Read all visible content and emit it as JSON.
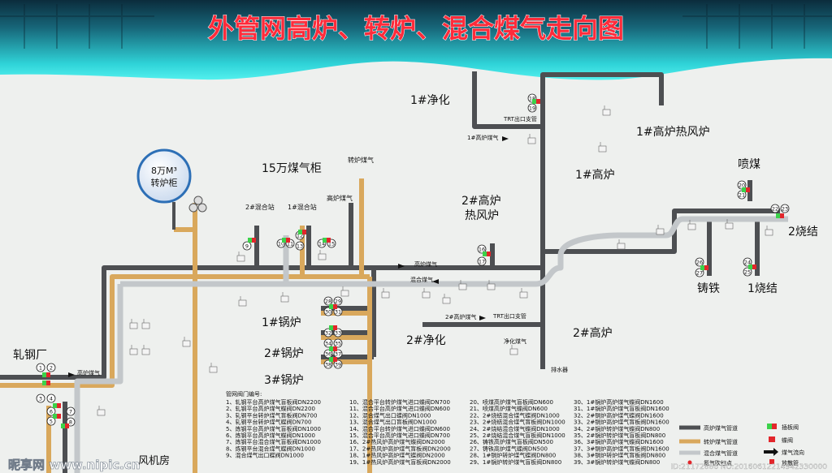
{
  "title": "外管网高炉、转炉、混合煤气走向图",
  "colors": {
    "header_top": "#0c3446",
    "header_bottom": "#33e3e6",
    "title": "#ff2b3a",
    "bf_pipe": "#4d4f52",
    "converter_pipe": "#d9a85c",
    "mixed_pipe": "#c9ccce",
    "valve_green": "#3bd24a",
    "valve_red": "#e2262b"
  },
  "gasholder": {
    "line1": "8万M³",
    "line2": "转炉柜"
  },
  "facilities": {
    "rolling_mill": "轧钢厂",
    "fan_room": "风机房",
    "holder_150k": "15万煤气柜",
    "converter_gas": "转炉煤气",
    "bf_gas_top": "高炉煤气",
    "mix_station_2": "2#混合站",
    "mix_station_1": "1#混合站",
    "purify_1": "1#净化",
    "purify_2": "2#净化",
    "bf_1": "1#高炉",
    "bf_2": "2#高炉",
    "hot_stove_1": "1#高炉热风炉",
    "hot_stove_2_a": "2#高炉",
    "hot_stove_2_b": "热风炉",
    "coal_injection": "喷煤",
    "sinter_2": "2烧结",
    "sinter_1": "1烧结",
    "casting": "铸铁",
    "boiler_1": "1#锅炉",
    "boiler_2": "2#锅炉",
    "boiler_3": "3#锅炉"
  },
  "pipe_texts": {
    "bf_gas_arrow": "高炉煤气",
    "mixed_gas_arrow": "混合煤气",
    "bf_gas_1": "1#高炉煤气",
    "bf_gas_2": "2#高炉煤气",
    "trt_out": "TRT出口支管",
    "purify_gas": "净化煤气",
    "drain": "排水器"
  },
  "valve_list": {
    "heading": "管网阀门编号:",
    "columns": [
      [
        "1、轧钢平台高炉煤气盲板阀DN2200",
        "2、轧钢平台高炉煤气蝶阀DN2200",
        "3、轧钢平台转炉煤气盲板阀DN700",
        "4、轧钢平台转炉煤气蝶阀DN700",
        "5、炼钢平台高炉煤气盲板阀DN1000",
        "6、炼钢平台高炉煤气蝶阀DN1000",
        "7、炼钢平台混合煤气盲板阀DN1000",
        "8、炼钢平台混合煤气蝶阀DN1000",
        "9、混合煤气出口蝶阀DN1000"
      ],
      [
        "10、混合平台转炉煤气进口蝶阀DN700",
        "11、混合平台高炉煤气进口蝶阀DN600",
        "12、混合煤气出口蝶阀DN1000",
        "13、混合煤气出口盲板阀DN1000",
        "14、混合平台转炉煤气进口蝶阀DN600",
        "15、混合平台高炉煤气进口蝶阀DN700",
        "16、2#热风炉高炉煤气蝶阀DN2000",
        "17、2#热风炉高炉煤气盲板阀DN2000",
        "18、1#热风炉高炉煤气蝶阀DN2000",
        "19、1#热风炉高炉煤气盲板阀DN2000"
      ],
      [
        "20、喷煤高炉煤气盲板阀DN600",
        "21、喷煤高炉煤气蝶阀DN600",
        "22、2#烧结混合煤气蝶阀DN1000",
        "23、2#烧结混合煤气盲板阀DN1000",
        "24、2#烧结混合煤气蝶阀DN1000",
        "25、2#烧结混合煤气盲板阀DN1000",
        "26、铸铁高炉煤气盲板阀DN500",
        "27、铸铁高炉煤气蝶阀DN500",
        "28、1#锅炉转炉煤气蝶阀DN800",
        "29、1#锅炉转炉煤气盲板阀DN800"
      ],
      [
        "30、1#锅炉高炉煤气蝶阀DN1600",
        "31、1#锅炉高炉煤气盲板阀DN1600",
        "32、2#锅炉高炉煤气蝶阀DN1600",
        "33、2#锅炉高炉煤气盲板阀DN1600",
        "34、2#锅炉转炉煤气蝶阀DN800",
        "35、2#锅炉转炉煤气盲板阀DN800",
        "36、3#锅炉高炉煤气蝶阀DN1600",
        "37、3#锅炉高炉煤气盲板阀DN1600",
        "38、3#锅炉转炉煤气盲板阀DN800",
        "39、3#锅炉转炉煤气蝶阀DN800"
      ]
    ]
  },
  "legend": {
    "bf_pipe": "高炉煤气管道",
    "converter_pipe": "转炉煤气管道",
    "mixed_pipe": "混合煤气管道",
    "nitrogen": "氮气吹扫点",
    "plate_valve": "插板阀",
    "butterfly_valve": "蝶阀",
    "flow_dir": "煤气流向",
    "bleeder": "放散管"
  },
  "watermark": {
    "left": "昵享网 www.nipic.cn",
    "right": "ID:21172886 NO:20160612214942330000"
  }
}
